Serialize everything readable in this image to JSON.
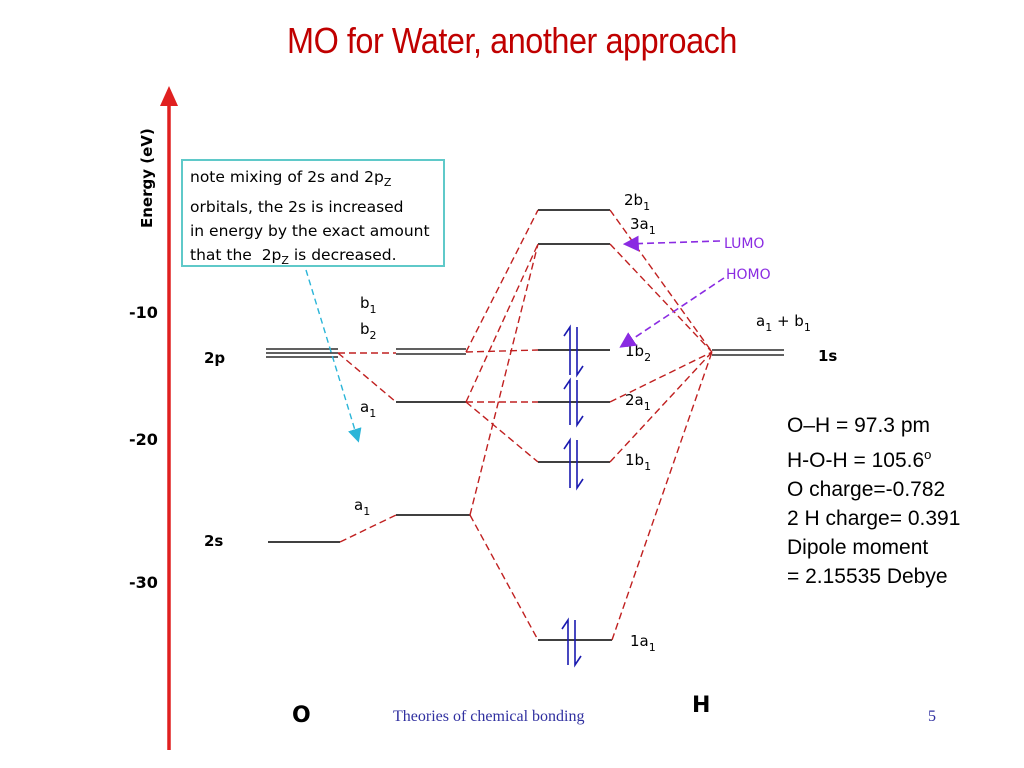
{
  "title": "MO for Water, another approach",
  "axis": {
    "ylabel": "Energy (eV)",
    "ticks": [
      "-10",
      "-20",
      "-30"
    ],
    "colors": {
      "axis": "#e02020"
    }
  },
  "note": {
    "lines": [
      "note mixing of 2s and 2p",
      "orbitals, the 2s is increased",
      "in energy by the exact amount",
      "that the  2p",
      " is decreased."
    ],
    "subscript": "Z",
    "border_color": "#5fc9c9"
  },
  "oxygen": {
    "label": "O",
    "levels": {
      "p": "2p",
      "s": "2s"
    },
    "symmetry": {
      "b1": "b",
      "b1_sub": "1",
      "b2": "b",
      "b2_sub": "2",
      "a1_upper": "a",
      "a1_upper_sub": "1",
      "a1_lower": "a",
      "a1_lower_sub": "1"
    }
  },
  "hydrogen": {
    "label": "H",
    "level": "1s",
    "symmetry": "a",
    "symmetry_sub1": "1",
    "symmetry_plus": " + b",
    "symmetry_sub2": "1"
  },
  "mo_levels": [
    {
      "label": "2b",
      "sub": "1"
    },
    {
      "label": "3a",
      "sub": "1"
    },
    {
      "label": "1b",
      "sub": "2"
    },
    {
      "label": "2a",
      "sub": "1"
    },
    {
      "label": "1b",
      "sub": "1"
    },
    {
      "label": "1a",
      "sub": "1"
    }
  ],
  "frontier": {
    "lumo": "LUMO",
    "homo": "HOMO",
    "color": "#8a2be2"
  },
  "properties": [
    "O–H = 97.3 pm",
    "H-O-H = 105.6",
    "O charge=-0.782",
    "2 H charge= 0.391",
    "Dipole moment",
    "= 2.15535 Debye"
  ],
  "degree_symbol": "o",
  "footer": {
    "text": "Theories of chemical bonding",
    "page": "5"
  },
  "colors": {
    "title": "#c00000",
    "correlation": "#c02020",
    "electrons": "#1a1ab0"
  }
}
